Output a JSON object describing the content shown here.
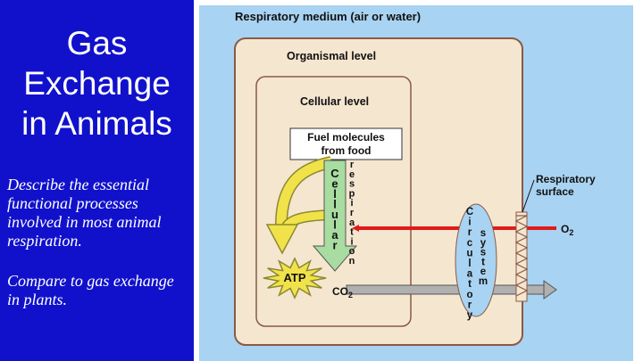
{
  "slide": {
    "title_lines": [
      "Gas",
      "Exchange",
      "in Animals"
    ],
    "bullets": [
      "Describe the essential functional processes involved in most animal respiration.",
      "Compare to gas exchange in plants."
    ]
  },
  "diagram": {
    "respiratory_medium": "Respiratory medium (air or water)",
    "organismal_level": "Organismal level",
    "cellular_level": "Cellular level",
    "fuel_line1": "Fuel molecules",
    "fuel_line2": "from food",
    "cellular": "Cellular",
    "respiration": "respiration",
    "circulatory": "Circulatory",
    "system": "system",
    "respiratory_surface_line1": "Respiratory",
    "respiratory_surface_line2": "surface",
    "o2": "O",
    "o2_sub": "2",
    "co2": "CO",
    "co2_sub": "2",
    "atp": "ATP"
  },
  "colors": {
    "slide_background": "#1111cc",
    "figure_background": "#a9d3f2",
    "box_fill": "#f5e6d0",
    "box_stroke": "#8a5a44",
    "o2_arrow": "#e01a1a",
    "co2_arrow": "#b0b0b0",
    "downward_arrow": "#a8dca0",
    "atp_arrow": "#f2e24a",
    "atp_star": "#f2e24a"
  }
}
